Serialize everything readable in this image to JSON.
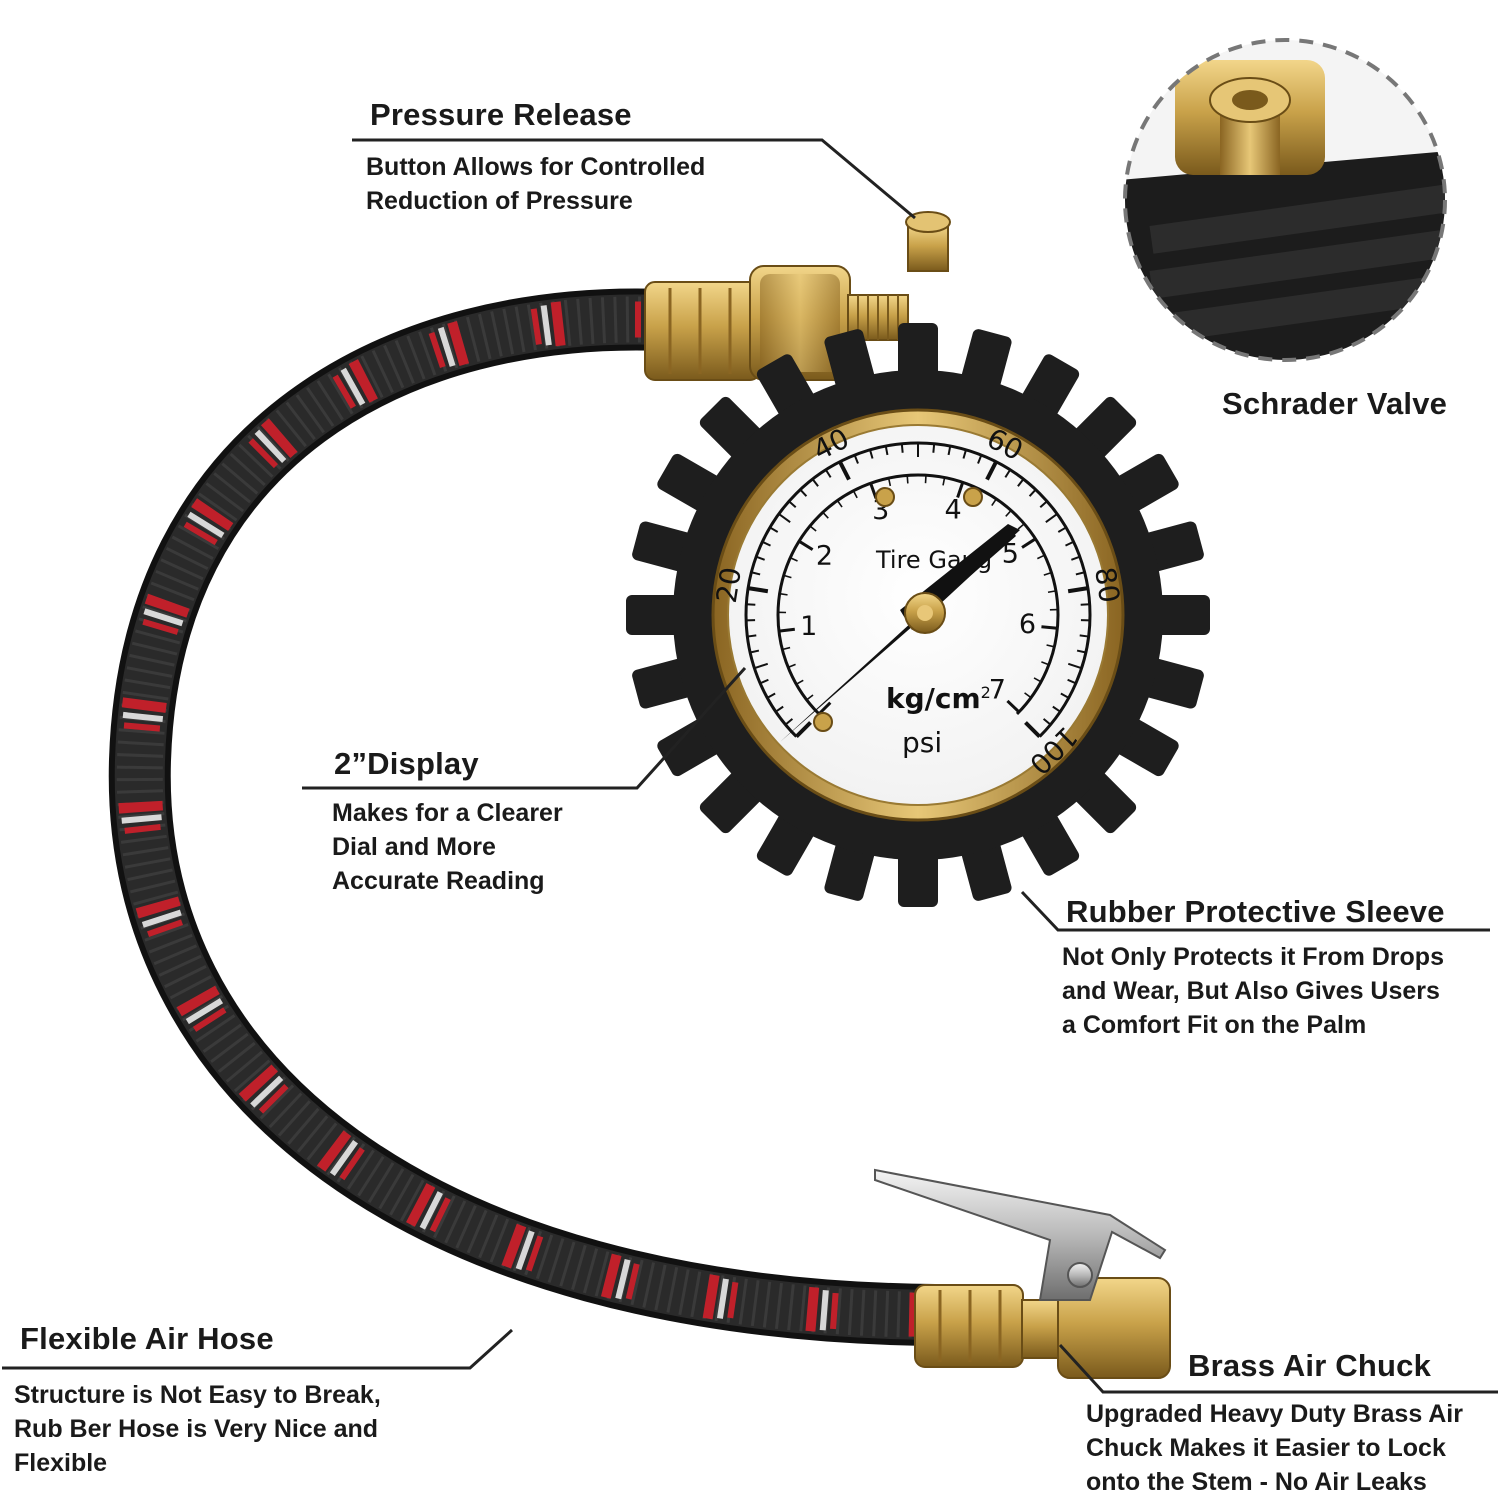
{
  "callouts": {
    "pressure_release": {
      "title": "Pressure Release",
      "desc": "Button Allows for Controlled\nReduction of Pressure"
    },
    "schrader_valve": {
      "title": "Schrader Valve"
    },
    "display": {
      "title": "2”Display",
      "desc": "Makes for a Clearer\nDial and More\nAccurate Reading"
    },
    "rubber_sleeve": {
      "title": "Rubber Protective Sleeve",
      "desc": "Not Only Protects it From Drops\nand Wear, But Also Gives Users\na Comfort Fit on the Palm"
    },
    "air_hose": {
      "title": "Flexible Air Hose",
      "desc": "Structure is Not Easy to Break,\nRub Ber Hose is Very Nice and\nFlexible"
    },
    "air_chuck": {
      "title": "Brass Air Chuck",
      "desc": "Upgraded Heavy Duty Brass Air\nChuck Makes it Easier to Lock\nonto the Stem - No Air Leaks"
    }
  },
  "gauge": {
    "label": "Tire Gaug",
    "unit_primary": "kg/cm",
    "unit_primary_sup": "2",
    "unit_secondary": "psi",
    "psi_labels": [
      "20",
      "40",
      "60",
      "80",
      "100"
    ],
    "kg_labels": [
      "1",
      "2",
      "3",
      "4",
      "5",
      "6",
      "7"
    ]
  },
  "colors": {
    "brass": "#c9a24a",
    "rubber": "#1e1e1e",
    "hose_red": "#c0202a",
    "hose_white": "#d8d8d8"
  }
}
